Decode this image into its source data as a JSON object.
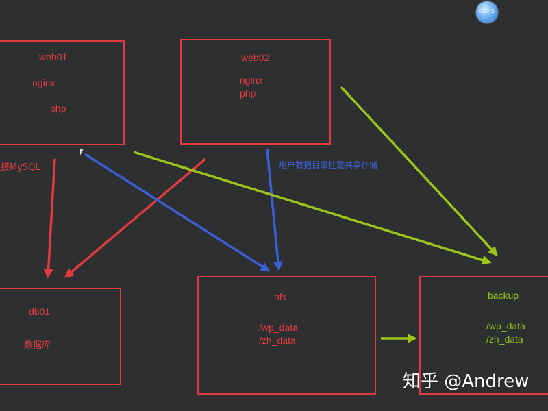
{
  "nodes": {
    "web01": {
      "title": "web01",
      "line1": "nginx",
      "line2": "php"
    },
    "web02": {
      "title": "web02",
      "line1": "nginx",
      "line2": "php"
    },
    "db01": {
      "title": "db01",
      "line1": "数据库"
    },
    "nfs": {
      "title": "nfs",
      "line1": "/wp_data",
      "line2": "/zh_data"
    },
    "backup": {
      "title": "backup",
      "line1": "/wp_data",
      "line2": "/zh_data"
    }
  },
  "annotations": {
    "mysql_link": "连接MySQL",
    "nfs_mount": "用户数据目录挂载共享存储"
  },
  "badge_text": "GZHS",
  "watermark": "知乎 @Andrew",
  "colors": {
    "box_border": "#e0393f",
    "red_arrow": "#e23a3f",
    "blue_arrow": "#3a5fd4",
    "green_arrow": "#9dc41a"
  },
  "arrows": [
    {
      "from": "web01",
      "to": "db01",
      "color": "red"
    },
    {
      "from": "web02",
      "to": "db01",
      "color": "red"
    },
    {
      "from": "web01",
      "to": "nfs",
      "color": "blue"
    },
    {
      "from": "web02",
      "to": "nfs",
      "color": "blue"
    },
    {
      "from": "web01",
      "to": "backup",
      "color": "green"
    },
    {
      "from": "web02",
      "to": "backup",
      "color": "green"
    },
    {
      "from": "nfs",
      "to": "backup",
      "color": "green"
    }
  ]
}
